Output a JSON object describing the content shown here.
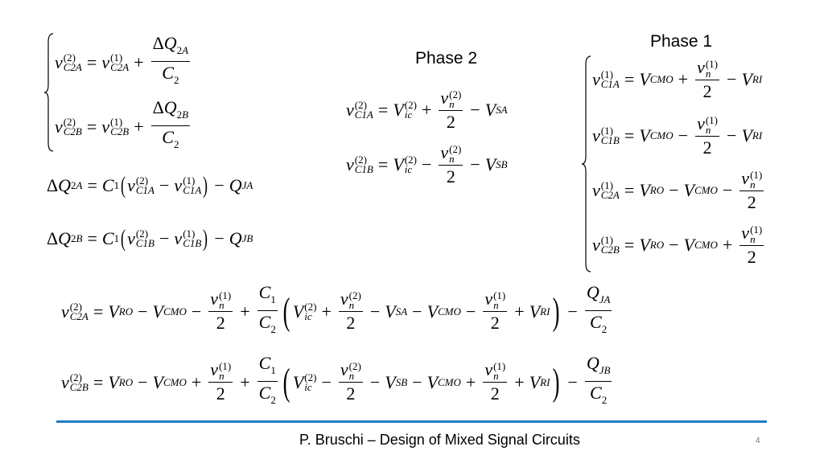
{
  "labels": {
    "phase1": "Phase 1",
    "phase2": "Phase 2"
  },
  "footer": {
    "text": "P. Bruschi – Design of Mixed Signal Circuits",
    "page_number": "4"
  },
  "equations": {
    "top_left_system": [
      "v_C2A^(2) = v_C2A^(1) + ΔQ_2A / C_2",
      "v_C2B^(2) = v_C2B^(1) + ΔQ_2B / C_2"
    ],
    "charge": [
      "ΔQ_2A = C_1 ( v_C1A^(2) − v_C1A^(1) ) − Q_JA",
      "ΔQ_2B = C_1 ( v_C1B^(2) − v_C1B^(1) ) − Q_JB"
    ],
    "phase2": [
      "v_C1A^(2) = V_ic^(2) + v_n^(2)/2 − V_SA",
      "v_C1B^(2) = V_ic^(2) − v_n^(2)/2 − V_SB"
    ],
    "phase1": [
      "v_C1A^(1) = V_CMO + v_n^(1)/2 − V_RI",
      "v_C1B^(1) = V_CMO − v_n^(1)/2 − V_RI",
      "v_C2A^(1) = V_RO − V_CMO − v_n^(1)/2",
      "v_C2B^(1) = V_RO − V_CMO + v_n^(1)/2"
    ],
    "result": [
      "v_C2A^(2) = V_RO − V_CMO − v_n^(1)/2 + C_1/C_2 ( V_ic^(2) + v_n^(2)/2 − V_SA − V_CMO − v_n^(1)/2 + V_RI ) − Q_JA/C_2",
      "v_C2B^(2) = V_RO − V_CMO + v_n^(1)/2 + C_1/C_2 ( V_ic^(2) − v_n^(2)/2 − V_SB − V_CMO + v_n^(1)/2 + V_RI ) − Q_JB/C_2"
    ]
  },
  "colors": {
    "rule": "#1f7ec2",
    "text": "#000000",
    "page_number": "#777777"
  }
}
